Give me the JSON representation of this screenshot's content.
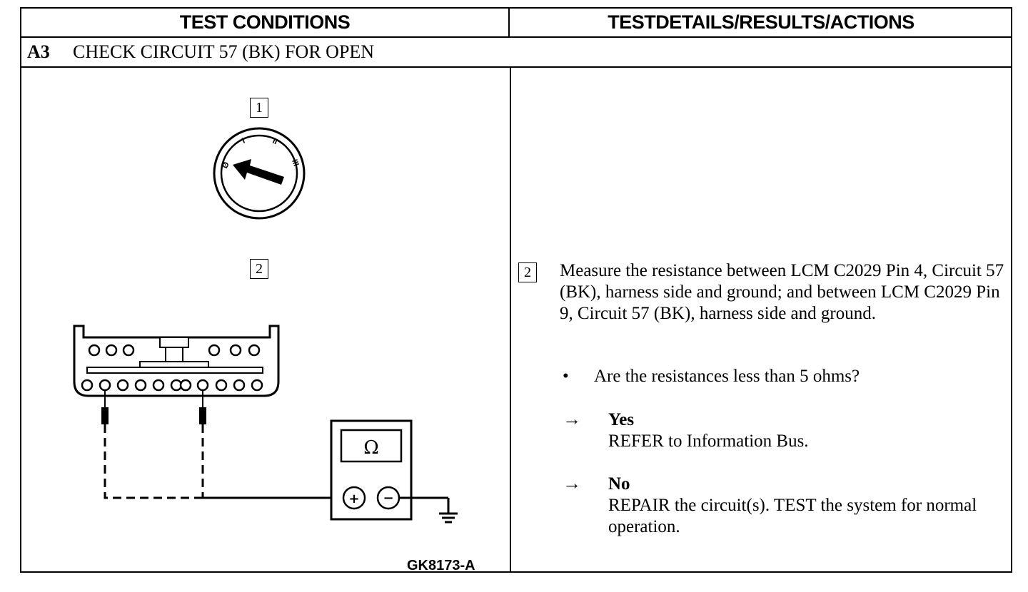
{
  "header": {
    "left": "TEST CONDITIONS",
    "right": "TESTDETAILS/RESULTS/ACTIONS"
  },
  "section": {
    "code": "A3",
    "title": "CHECK CIRCUIT 57 (BK) FOR OPEN"
  },
  "diagram": {
    "step1": "1",
    "step2": "2",
    "switch_positions": [
      "Ø",
      "I",
      "II",
      "III"
    ],
    "meter_symbol": "Ω",
    "meter_plus": "+",
    "meter_minus": "−",
    "figure_id": "GK8173-A"
  },
  "details": {
    "step_number": "2",
    "instruction": "Measure the resistance between LCM C2029 Pin 4, Circuit 57 (BK), harness side and ground; and between LCM C2029 Pin 9, Circuit 57 (BK), harness side and ground.",
    "question_bullet": "•",
    "question": "Are the resistances less than 5 ohms?",
    "arrow": "→",
    "yes_label": "Yes",
    "yes_action": "REFER to Information Bus.",
    "no_label": "No",
    "no_action": "REPAIR the circuit(s). TEST the system for normal operation."
  }
}
